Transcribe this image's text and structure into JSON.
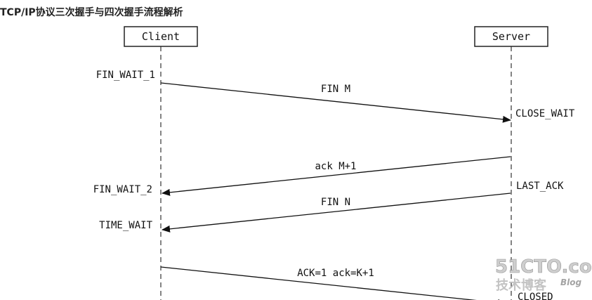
{
  "title": "TCP/IP协议三次握手与四次握手流程解析",
  "nodes": {
    "client": "Client",
    "server": "Server"
  },
  "states": {
    "fin_wait_1": "FIN_WAIT_1",
    "close_wait": "CLOSE_WAIT",
    "fin_wait_2": "FIN_WAIT_2",
    "last_ack": "LAST_ACK",
    "time_wait": "TIME_WAIT",
    "closed": "CLOSED"
  },
  "messages": {
    "fin_m": "FIN M",
    "ack_m1": "ack M+1",
    "fin_n": "FIN N",
    "ack_k1": "ACK=1 ack=K+1"
  },
  "watermark": {
    "site": "51CTO.com",
    "label": "技术博客",
    "blog": "Blog"
  }
}
